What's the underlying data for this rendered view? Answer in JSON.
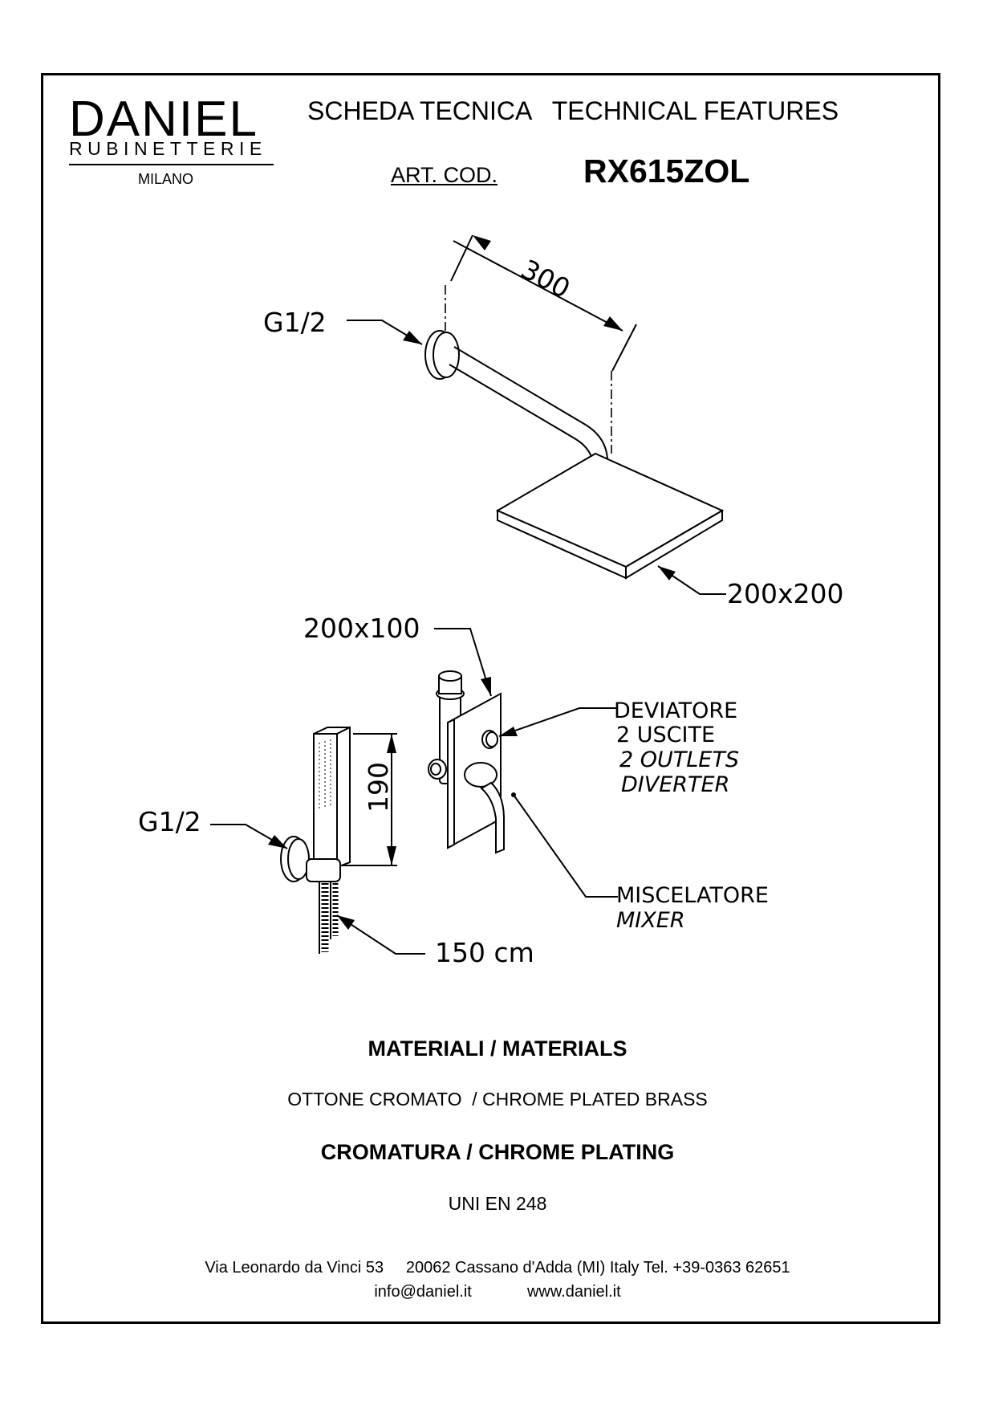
{
  "header": {
    "brand": "DANIEL",
    "brand_sub": "RUBINETTERIE",
    "brand_city": "MILANO",
    "title": "SCHEDA TECNICA   TECHNICAL FEATURES",
    "art_label": "ART. COD.",
    "art_code": "RX615ZOL"
  },
  "drawing": {
    "arm_length": "300",
    "arm_thread": "G1/2",
    "head_size": "200x200",
    "plate_size": "200x100",
    "diverter": [
      "DEVIATORE",
      "2 USCITE",
      "2 OUTLETS",
      "DIVERTER"
    ],
    "hand_height": "190",
    "hand_thread": "G1/2",
    "hose_length": "150 cm",
    "mixer": [
      "MISCELATORE",
      "MIXER"
    ]
  },
  "specs": {
    "materials_title": "MATERIALI / MATERIALS",
    "materials_text": "OTTONE CROMATO  / CHROME PLATED BRASS",
    "plating_title": "CROMATURA / CHROME PLATING",
    "plating_text": "UNI EN 248"
  },
  "footer": {
    "address": "Via Leonardo da Vinci 53     20062 Cassano d'Adda (MI) Italy Tel. +39-0363 62651",
    "email": "info@daniel.it",
    "website": "www.daniel.it"
  }
}
